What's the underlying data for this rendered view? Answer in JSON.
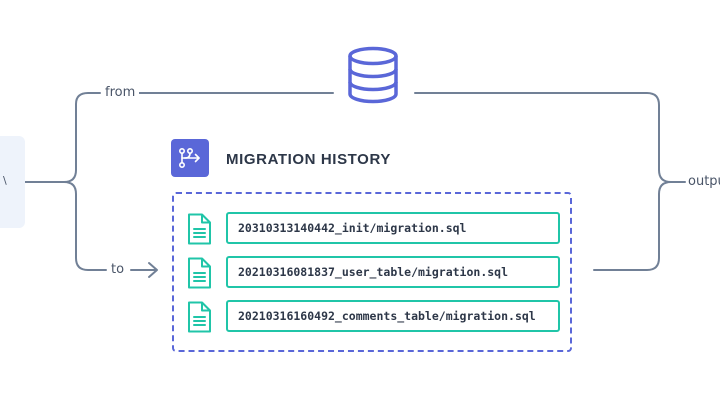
{
  "labels": {
    "from": "from",
    "to": "to",
    "output": "outpu",
    "left_card_text": "\\"
  },
  "history": {
    "title": "MIGRATION HISTORY"
  },
  "migrations": [
    "20310313140442_init/migration.sql",
    "20210316081837_user_table/migration.sql",
    "20210316160492_comments_table/migration.sql"
  ],
  "colors": {
    "accent": "#5a67d8",
    "file_border": "#20c5a8",
    "line": "#718096",
    "text": "#2d3748"
  },
  "icons": {
    "database": "database-icon",
    "history": "migration-flow-icon",
    "file": "document-icon",
    "arrow": "arrow-right-icon"
  }
}
